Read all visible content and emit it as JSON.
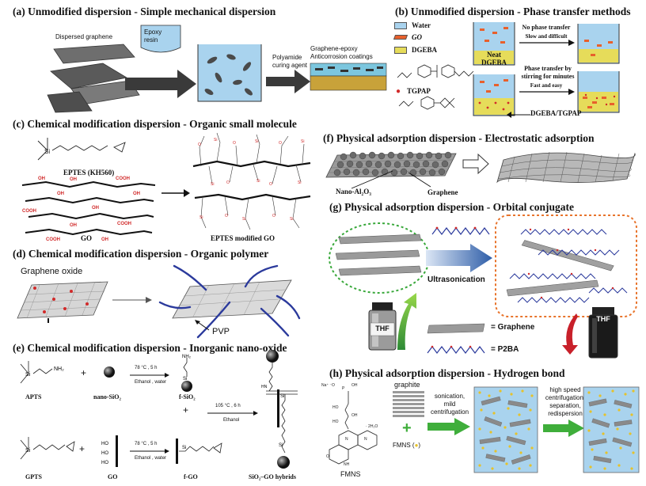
{
  "panels": [
    {
      "id": "a",
      "title": "(a) Unmodified dispersion - Simple mechanical dispersion",
      "labels": {
        "dispersed": "Dispersed graphene",
        "epoxy": "Epoxy\nresin",
        "curing_1": "Polyamide",
        "curing_2": "curing agent",
        "coat_1": "Graphene-epoxy",
        "coat_2": "Anticorrosion coatings"
      }
    },
    {
      "id": "b",
      "title": "(b) Unmodified dispersion - Phase transfer methods",
      "legend": [
        {
          "label": "Water",
          "color": "#a9d3ee"
        },
        {
          "label": "GO",
          "color": "#e8602c",
          "italic": true
        },
        {
          "label": "DGEBA",
          "color": "#e6dc5a"
        }
      ],
      "labels": {
        "tgpap": "TGPAP",
        "neat_1": "Neat",
        "neat_2": "DGEBA",
        "no_pt": "No phase transfer",
        "slow": "Slow and difficult",
        "pt_1": "Phase transfer by",
        "pt_2": "stirring for minutes",
        "fast": "Fast and easy",
        "mix": "DGEBA/TGPAP"
      }
    },
    {
      "id": "c",
      "title": "(c) Chemical modification dispersion - Organic small molecule",
      "labels": {
        "eptes": "EPTES (KH560)",
        "go": "GO",
        "eptes_go": "EPTES modified GO"
      }
    },
    {
      "id": "d",
      "title": "(d) Chemical modification dispersion - Organic polymer",
      "labels": {
        "go_oxide": "Graphene oxide",
        "pvp": "PVP"
      }
    },
    {
      "id": "e",
      "title": "(e) Chemical modification dispersion - Inorganic nano-oxide",
      "labels": {
        "apts": "APTS",
        "nano": "nano-SiO₂",
        "cond1_1": "78 °C , 5 h",
        "cond1_2": "Ethanol , water",
        "fsio2": "f-SiO₂",
        "cond2_1": "105 °C , 6 h",
        "cond2_2": "Ethanol",
        "gpts": "GPTS",
        "go": "GO",
        "cond3_1": "78 °C , 5 h",
        "cond3_2": "Ethanol , water",
        "fgo": "f-GO",
        "hybrid": "SiO₂–GO hybrids",
        "plus": "+"
      }
    },
    {
      "id": "f",
      "title": "(f) Physical adsorption dispersion - Electrostatic adsorption",
      "labels": {
        "nano": "Nano-Al₂O₃",
        "graphene": "Graphene"
      }
    },
    {
      "id": "g",
      "title": "(g) Physical adsorption dispersion - Orbital conjugate",
      "labels": {
        "ultra": "Ultrasonication",
        "thf_left": "THF",
        "thf_right": "THF",
        "eq_graphene": "= Graphene",
        "eq_p2ba": "= P2BA"
      }
    },
    {
      "id": "h",
      "title": "(h) Physical adsorption dispersion - Hydrogen bond",
      "labels": {
        "graphite": "graphite",
        "fmns_legend": "FMNS (",
        "fmns_legend_end": ")",
        "fmns": "FMNS",
        "step1_1": "sonication,",
        "step1_2": "mild",
        "step1_3": "centrifugation",
        "step2_1": "high speed",
        "step2_2": "centrifugation,",
        "step2_3": "separation,",
        "step2_4": "redispersion"
      }
    }
  ],
  "colors": {
    "arrow_dark": "#3a3a3a",
    "green": "#3fae3b",
    "orange_dash": "#e8742c",
    "green_dash": "#38a83a",
    "blue_polymer": "#2b3a9c",
    "red_atom": "#d12a2a",
    "water": "#a9d3ee",
    "go_orange": "#e8602c",
    "dgeba_yellow": "#e6dc5a",
    "graphene_gray": "#8d8d8d"
  }
}
